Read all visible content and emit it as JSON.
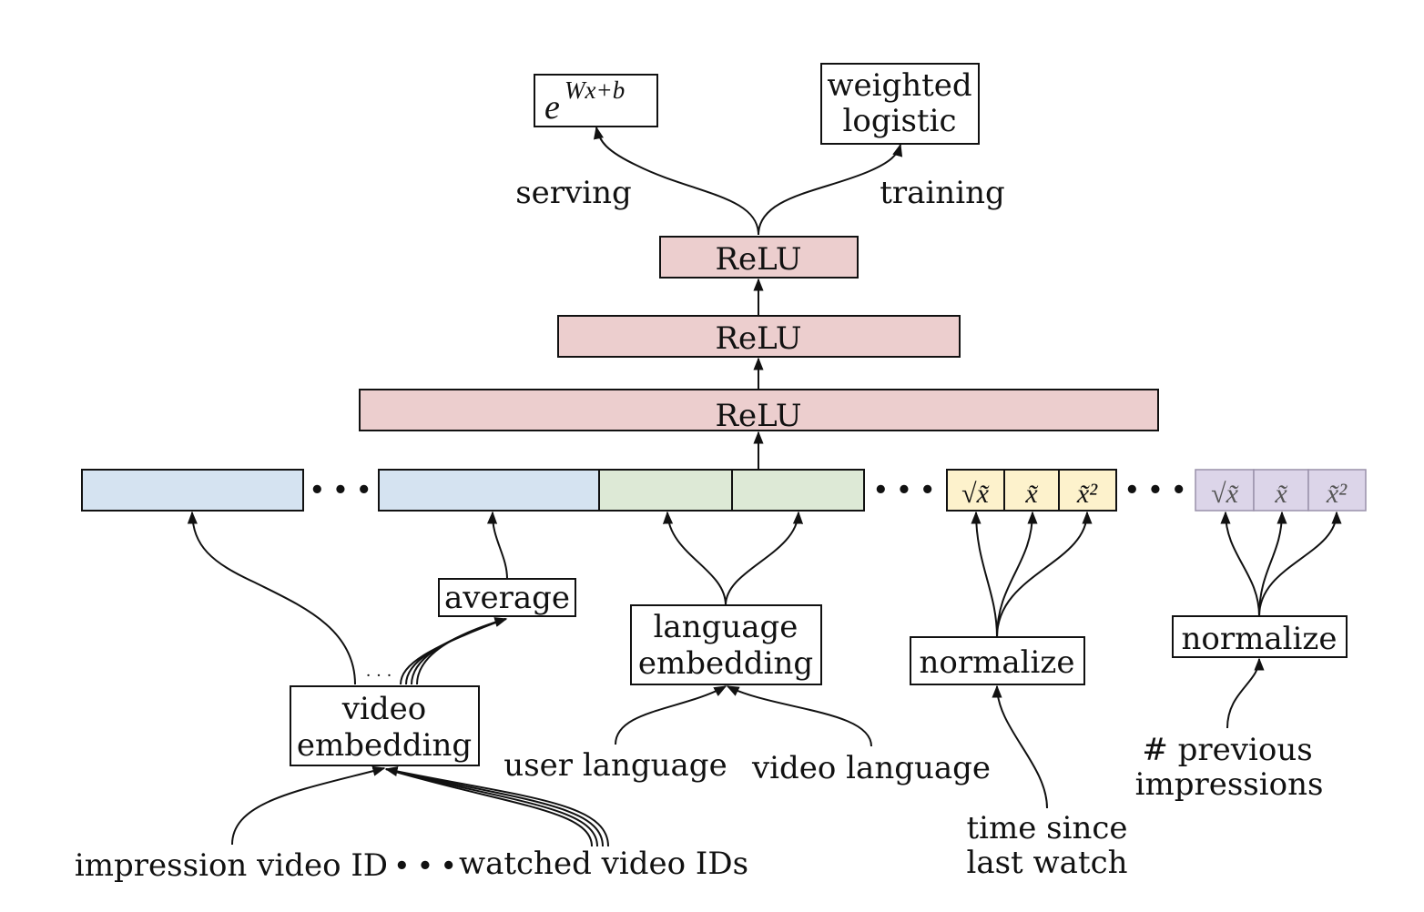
{
  "outputs": {
    "serving_formula": {
      "base": "e",
      "exponent": "Wx+b"
    },
    "training_box": [
      "weighted",
      "logistic"
    ],
    "serving_label": "serving",
    "training_label": "training"
  },
  "layers": {
    "relu_top": "ReLU",
    "relu_mid": "ReLU",
    "relu_bottom": "ReLU"
  },
  "feature_vector": {
    "ellipsis": "• • •",
    "time_cells": [
      "√x̃",
      "x̃",
      "x̃²"
    ],
    "impression_cells": [
      "√x̃",
      "x̃",
      "x̃²"
    ]
  },
  "nodes": {
    "average": "average",
    "language_embedding": [
      "language",
      "embedding"
    ],
    "normalize_time": "normalize",
    "normalize_impressions": "normalize",
    "video_embedding": [
      "video",
      "embedding"
    ],
    "video_embedding_ellipsis": "· · ·"
  },
  "inputs": {
    "user_language": "user language",
    "video_language": "video language",
    "time_since_last_watch": [
      "time since",
      "last watch"
    ],
    "previous_impressions": [
      "# previous",
      "impressions"
    ],
    "impression_video_id": "impression video ID",
    "ids_ellipsis": "• • •",
    "watched_video_ids": "watched video IDs"
  },
  "colors": {
    "relu_fill": "#eccece",
    "blue_fill": "#d5e3f1",
    "green_fill": "#dde9d6",
    "yellow_fill": "#fdf2cc",
    "purple_fill": "#dcd5e9",
    "video_border": "#2b4a8a",
    "language_border": "#3f7a33",
    "time_border": "#f0c64a",
    "impressions_border": "#5a3fa0"
  }
}
